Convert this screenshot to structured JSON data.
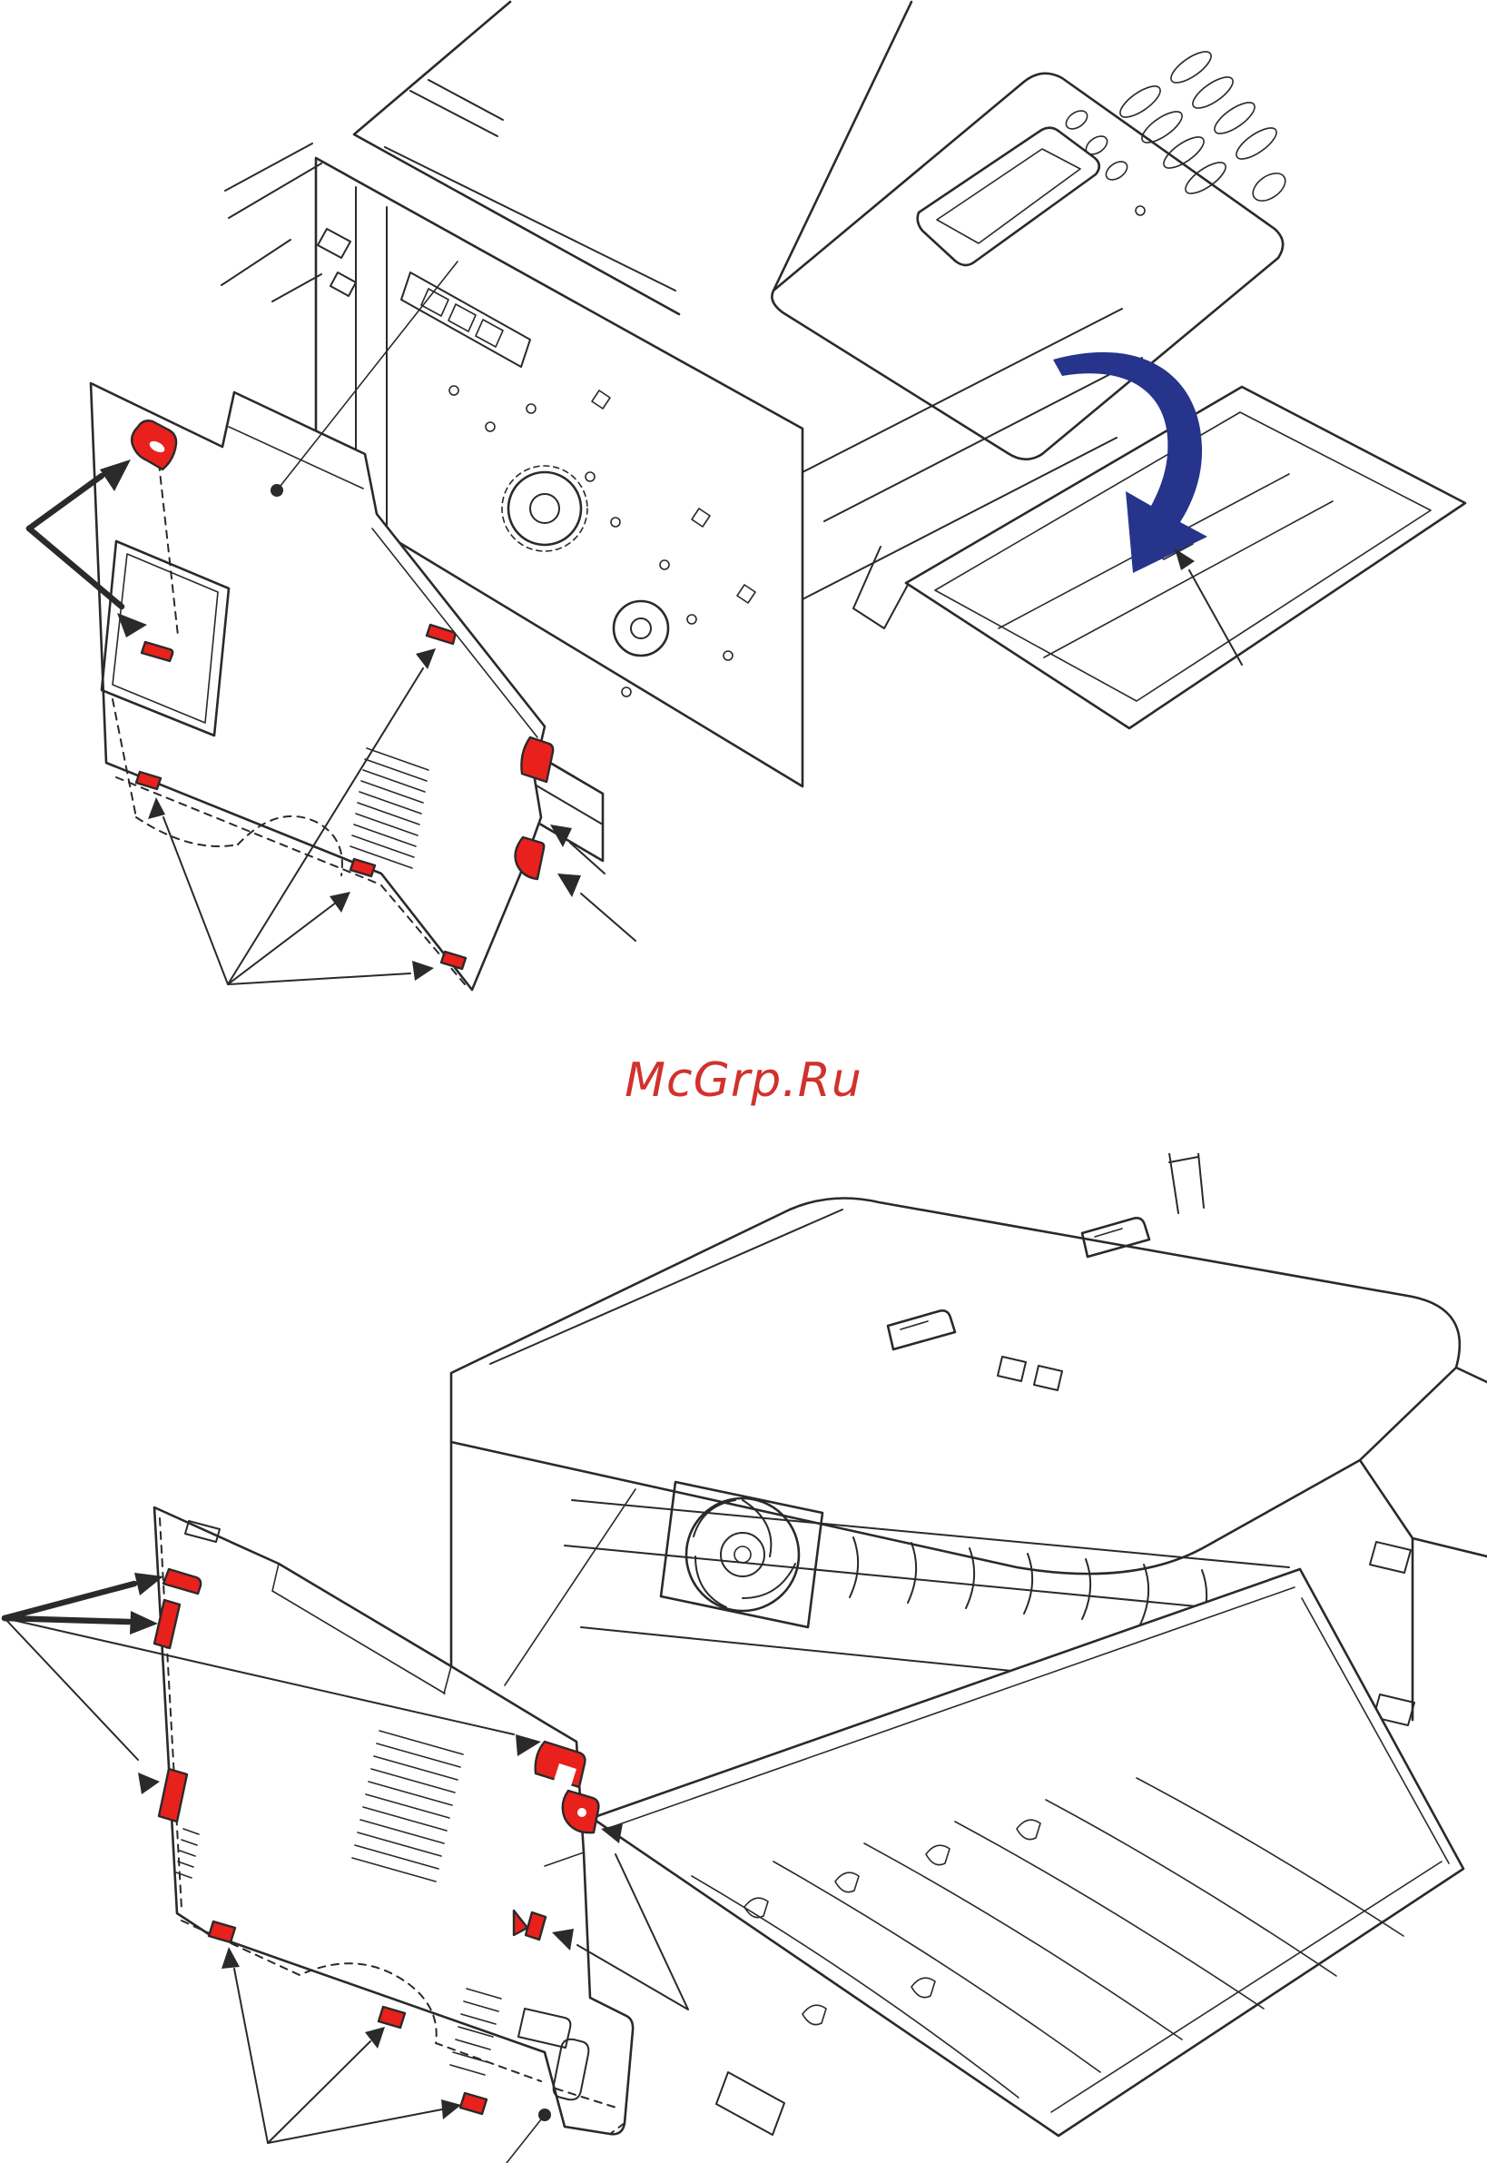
{
  "watermark": {
    "text": "McGrp.Ru"
  },
  "colors": {
    "background": "#ffffff",
    "line": "#2a2a2a",
    "highlight": "#e8211d",
    "arrow_blue": "#26348b",
    "watermark": "#d2312c"
  },
  "figures": [
    {
      "id": "front-disassembly",
      "view": "front-left three-quarter view",
      "subject": "multifunction laser printer with left side cover removed",
      "highlight_hooks": 8,
      "callout_arrows": 9,
      "leader_dots": 1,
      "blue_rotation_arrows": 1
    },
    {
      "id": "rear-disassembly",
      "view": "rear three-quarter view with back cover open",
      "subject": "multifunction laser printer with rear side cover removed",
      "highlight_hooks": 9,
      "callout_arrows": 9,
      "leader_dots": 1,
      "blue_rotation_arrows": 0
    }
  ]
}
